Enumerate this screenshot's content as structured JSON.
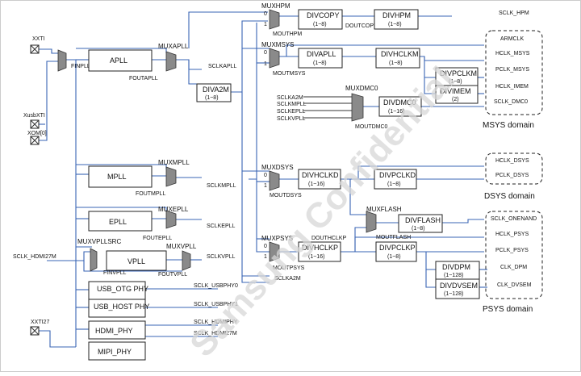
{
  "pins": {
    "xxti": "XXTI",
    "xusbxti": "XusbXTI",
    "xomb": "XOM[0]",
    "sclk_hdmi27m_in": "SCLK_HDMI27M",
    "xxti27": "XXTI27"
  },
  "plls": {
    "apll": "APLL",
    "mpll": "MPLL",
    "epll": "EPLL",
    "vpll": "VPLL",
    "fin_pll": "FINPLL",
    "fin_vpll": "FINVPLL",
    "fout_apll": "FOUTAPLL",
    "fout_mpll": "FOUTMPLL",
    "fout_epll": "FOUTEPLL",
    "fout_vpll": "FOUTVPLL"
  },
  "muxes": {
    "mux_apll": "MUXAPLL",
    "mux_mpll": "MUXMPLL",
    "mux_epll": "MUXEPLL",
    "mux_vpllsrc": "MUXVPLLSRC",
    "mux_vpll": "MUXVPLL",
    "mux_hpm": "MUXHPM",
    "mux_msys": "MUXMSYS",
    "mux_dsys": "MUXDSYS",
    "mux_psys": "MUXPSYS",
    "mux_dmc0": "MUXDMC0",
    "mux_flash": "MUXFLASH",
    "mout_hpm": "MOUTHPM",
    "mout_msys": "MOUTMSYS",
    "mout_dsys": "MOUTDSYS",
    "mout_psys": "MOUTPSYS",
    "mout_dmc0": "MOUTDMC0",
    "mout_flash": "MOUTFLASH"
  },
  "dividers": {
    "copy": [
      "DIVCOPY",
      "(1~8)"
    ],
    "hpm": [
      "DIVHPM",
      "(1~8)"
    ],
    "apll": [
      "DIVAPLL",
      "(1~8)"
    ],
    "a2m": [
      "DIVA2M",
      "(1~8)"
    ],
    "hclkm": [
      "DIVHCLKM",
      "(1~8)"
    ],
    "pclkm": [
      "DIVPCLKM",
      "(1~8)"
    ],
    "imem": [
      "DIVIMEM",
      "(2)"
    ],
    "dmc0": [
      "DIVDMC0",
      "(1~16)"
    ],
    "hclkd": [
      "DIVHCLKD",
      "(1~16)"
    ],
    "pclkd": [
      "DIVPCLKD",
      "(1~8)"
    ],
    "flash": [
      "DIVFLASH",
      "(1~8)"
    ],
    "hclkp": [
      "DIVHCLKP",
      "(1~16)"
    ],
    "pclkp": [
      "DIVPCLKP",
      "(1~8)"
    ],
    "dpm": [
      "DIVDPM",
      "(1~128)"
    ],
    "dvsem": [
      "DIVDVSEM",
      "(1~128)"
    ]
  },
  "phys": {
    "usb_otg": "USB_OTG PHY",
    "usb_host": "USB_HOST PHY",
    "hdmi": "HDMI_PHY",
    "mipi": "MIPI_PHY"
  },
  "signals": {
    "sclk_apll": "SCLKAPLL",
    "sclk_mpll": "SCLKMPLL",
    "sclk_epll": "SCLKEPLL",
    "sclk_vpll": "SCLKVPLL",
    "sclk_a2m": "SCLKA2M",
    "sclk_usbphy0": "SCLK_USBPHY0",
    "sclk_usbphy1": "SCLK_USBPHY1",
    "sclk_hdmiphy": "SCLK_HDMIPHY",
    "sclk_hdmi27m": "SCLK_HDMI27M",
    "dout_copy": "DOUTCOPY",
    "dout_hclkp": "DOUTHCLKP",
    "dmc_in_a2m": "SCLKA2M",
    "dmc_in_mpll": "SCLKMPLL",
    "dmc_in_epll": "SCLKEPLL",
    "dmc_in_vpll": "SCLKVPLL"
  },
  "outputs": {
    "msys": [
      "SCLK_HPM",
      "ARMCLK",
      "HCLK_MSYS",
      "PCLK_MSYS",
      "HCLK_IMEM",
      "SCLK_DMC0"
    ],
    "dsys": [
      "HCLK_DSYS",
      "PCLK_DSYS"
    ],
    "psys": [
      "SCLK_ONENAND",
      "HCLK_PSYS",
      "PCLK_PSYS",
      "CLK_DPM",
      "CLK_DVSEM"
    ]
  },
  "domains": {
    "msys": "MSYS domain",
    "dsys": "DSYS domain",
    "psys": "PSYS domain"
  },
  "mux_inputs": {
    "zero": "0",
    "one": "1"
  },
  "watermark": "Samsung Confidential"
}
